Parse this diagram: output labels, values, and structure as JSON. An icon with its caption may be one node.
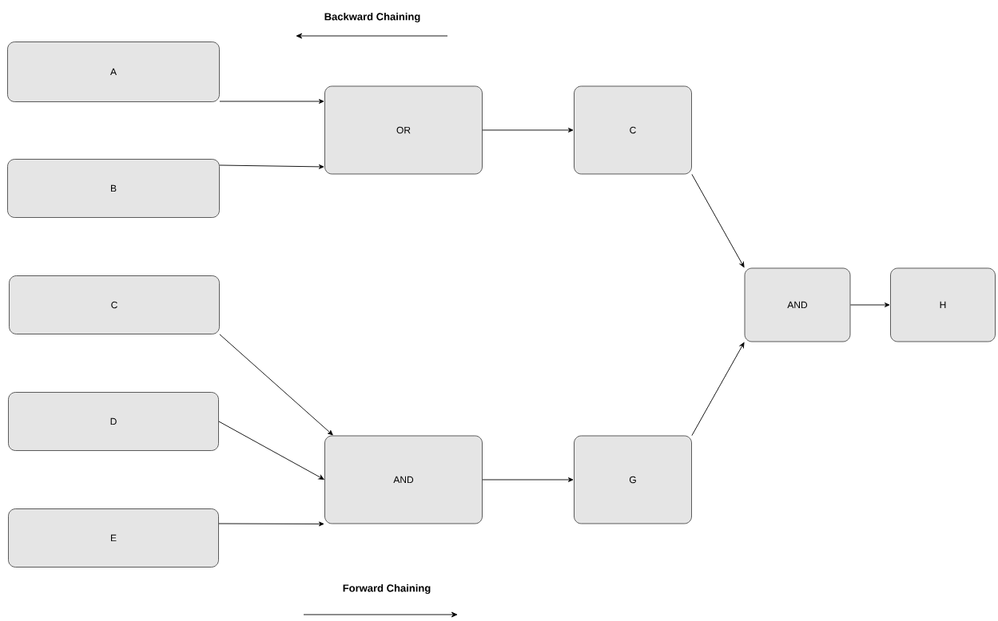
{
  "diagram": {
    "nodes": [
      {
        "text": [
          "A"
        ]
      },
      {
        "text": [
          "B"
        ]
      },
      {
        "text": [
          "OR"
        ]
      },
      {
        "text": [
          "C"
        ]
      },
      {
        "text": [
          "C"
        ]
      },
      {
        "text": [
          "D"
        ]
      },
      {
        "text": [
          "E"
        ]
      },
      {
        "text": [
          "AND"
        ]
      },
      {
        "text": [
          "G"
        ]
      },
      {
        "text": [
          "AND"
        ]
      },
      {
        "text": [
          "H"
        ]
      }
    ],
    "edges": [
      {
        "from": 0,
        "to": 2,
        "arrow": "to"
      },
      {
        "from": 1,
        "to": 2,
        "arrow": "to"
      },
      {
        "from": 2,
        "to": 3,
        "arrow": "to"
      },
      {
        "from": 3,
        "to": 9,
        "arrow": "to"
      },
      {
        "from": 4,
        "to": 7,
        "arrow": "to"
      },
      {
        "from": 5,
        "to": 7,
        "arrow": "to"
      },
      {
        "from": 6,
        "to": 7,
        "arrow": "to"
      },
      {
        "from": 7,
        "to": 8,
        "arrow": "to"
      },
      {
        "from": 8,
        "to": 9,
        "arrow": "to"
      },
      {
        "from": 9,
        "to": 10,
        "arrow": "to"
      }
    ],
    "labels": [
      "Backward Chaining",
      "Forward Chaining"
    ]
  }
}
